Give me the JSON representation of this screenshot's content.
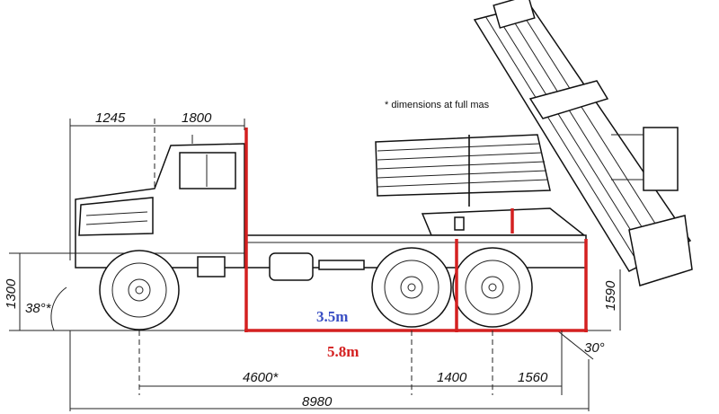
{
  "dimensions": {
    "top_cab_front": "1245",
    "top_cab": "1800",
    "left_height": "1300",
    "approach_angle": "38°*",
    "right_height": "1590",
    "departure_angle": "30°",
    "wheelbase_front": "4600*",
    "wheelbase_mid": "1400",
    "rear_overhang": "1560",
    "overall_length": "8980"
  },
  "note": "* dimensions at full mas",
  "measurements": {
    "inner": {
      "label": "3.5m",
      "color": "#3a4fc4"
    },
    "outer": {
      "label": "5.8m",
      "color": "#d42020"
    }
  },
  "colors": {
    "line": "#222222",
    "highlight": "#d42020"
  }
}
